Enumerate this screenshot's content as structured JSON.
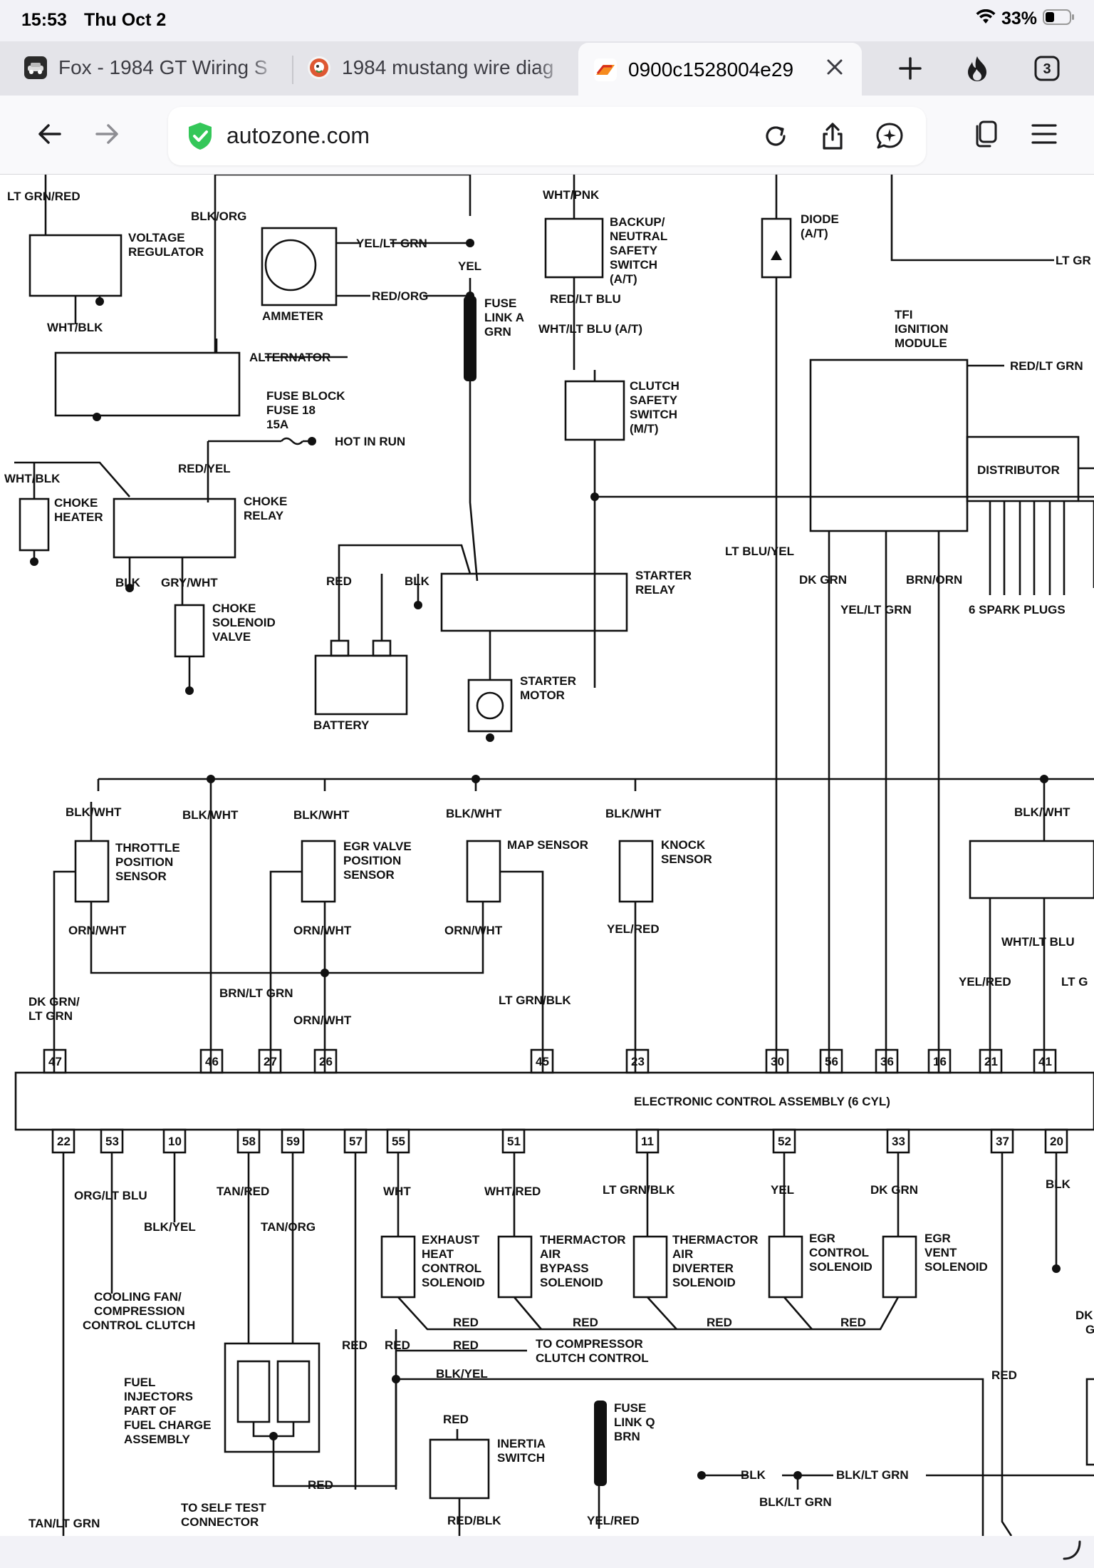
{
  "status_bar": {
    "time": "15:53",
    "date": "Thu Oct 2",
    "battery": "33%"
  },
  "tabs": [
    {
      "title": "Fox - 1984 GT Wiring S",
      "favicon": "fox-favicon",
      "active": false
    },
    {
      "title": "1984 mustang wire diag",
      "favicon": "search-favicon",
      "active": false
    },
    {
      "title": "0900c1528004e29",
      "favicon": "autozone-favicon",
      "active": true
    }
  ],
  "tab_count": "3",
  "url_bar": {
    "domain": "autozone.com",
    "secure": true
  },
  "colors": {
    "accent": "#007aff",
    "secure_green": "#34c759",
    "autozone_red": "#d52b1e"
  },
  "diagram_labels": {
    "top": [
      "LT GRN/RED",
      "BLK/ORG",
      "VOLTAGE",
      "REGULATOR",
      "WHT/BLK",
      "ALTERNATOR",
      "AMMETER",
      "YEL/LT GRN",
      "YEL",
      "RED/ORG",
      "FUSE",
      "LINK A",
      "GRN",
      "WHT/PNK",
      "BACKUP/",
      "NEUTRAL",
      "SAFETY",
      "SWITCH",
      "(A/T)",
      "RED/LT BLU",
      "WHT/LT BLU (A/T)",
      "CLUTCH",
      "SAFETY",
      "SWITCH",
      "(M/T)",
      "DIODE",
      "(A/T)",
      "LT GR",
      "TFI",
      "IGNITION",
      "MODULE",
      "RED/LT GRN",
      "FUSE BLOCK",
      "FUSE 18",
      "15A",
      "HOT IN RUN",
      "WHT/BLK",
      "RED/YEL",
      "CHOKE",
      "HEATER",
      "CHOKE",
      "RELAY",
      "DISTRIBUTOR",
      "LT BLU/YEL",
      "DK GRN",
      "BRN/ORN",
      "YEL/LT GRN",
      "6 SPARK PLUGS",
      "BLK",
      "GRY/WHT",
      "CHOKE",
      "SOLENOID",
      "VALVE",
      "RED",
      "BLK",
      "BATTERY",
      "STARTER",
      "RELAY",
      "STARTER",
      "MOTOR"
    ],
    "middle": [
      "BLK/WHT",
      "THROTTLE",
      "POSITION",
      "SENSOR",
      "EGR VALVE",
      "POSITION",
      "SENSOR",
      "MAP SENSOR",
      "KNOCK",
      "SENSOR",
      "ORN/WHT",
      "YEL/RED",
      "DK GRN/",
      "LT GRN",
      "BRN/LT GRN",
      "LT GRN/BLK",
      "WHT/LT BLU",
      "YEL/RED",
      "LT G"
    ],
    "ecu": {
      "title": "ELECTRONIC CONTROL ASSEMBLY (6 CYL)",
      "top_pins": [
        "47",
        "46",
        "27",
        "26",
        "45",
        "23",
        "30",
        "56",
        "36",
        "16",
        "21",
        "41"
      ],
      "bottom_pins": [
        "22",
        "53",
        "10",
        "58",
        "59",
        "57",
        "55",
        "51",
        "11",
        "52",
        "33",
        "37",
        "20"
      ]
    },
    "bottom": [
      "ORG/LT BLU",
      "BLK/YEL",
      "TAN/RED",
      "TAN/ORG",
      "WHT",
      "WHT/RED",
      "LT GRN/BLK",
      "YEL",
      "DK GRN",
      "BLK",
      "EXHAUST",
      "HEAT",
      "CONTROL",
      "SOLENOID",
      "THERMACTOR",
      "AIR",
      "BYPASS",
      "SOLENOID",
      "THERMACTOR",
      "AIR",
      "DIVERTER",
      "SOLENOID",
      "EGR",
      "CONTROL",
      "SOLENOID",
      "EGR",
      "VENT",
      "SOLENOID",
      "COOLING FAN/",
      "COMPRESSION",
      "CONTROL CLUTCH",
      "RED",
      "TO COMPRESSOR",
      "CLUTCH CONTROL",
      "BLK/YEL",
      "FUEL",
      "INJECTORS",
      "PART OF",
      "FUEL CHARGE",
      "ASSEMBLY",
      "INERTIA",
      "SWITCH",
      "FUSE",
      "LINK Q",
      "BRN",
      "BLK",
      "BLK/LT GRN",
      "TAN/LT GRN",
      "TO SELF TEST",
      "CONNECTOR",
      "RED/BLK",
      "DK",
      "G"
    ]
  }
}
